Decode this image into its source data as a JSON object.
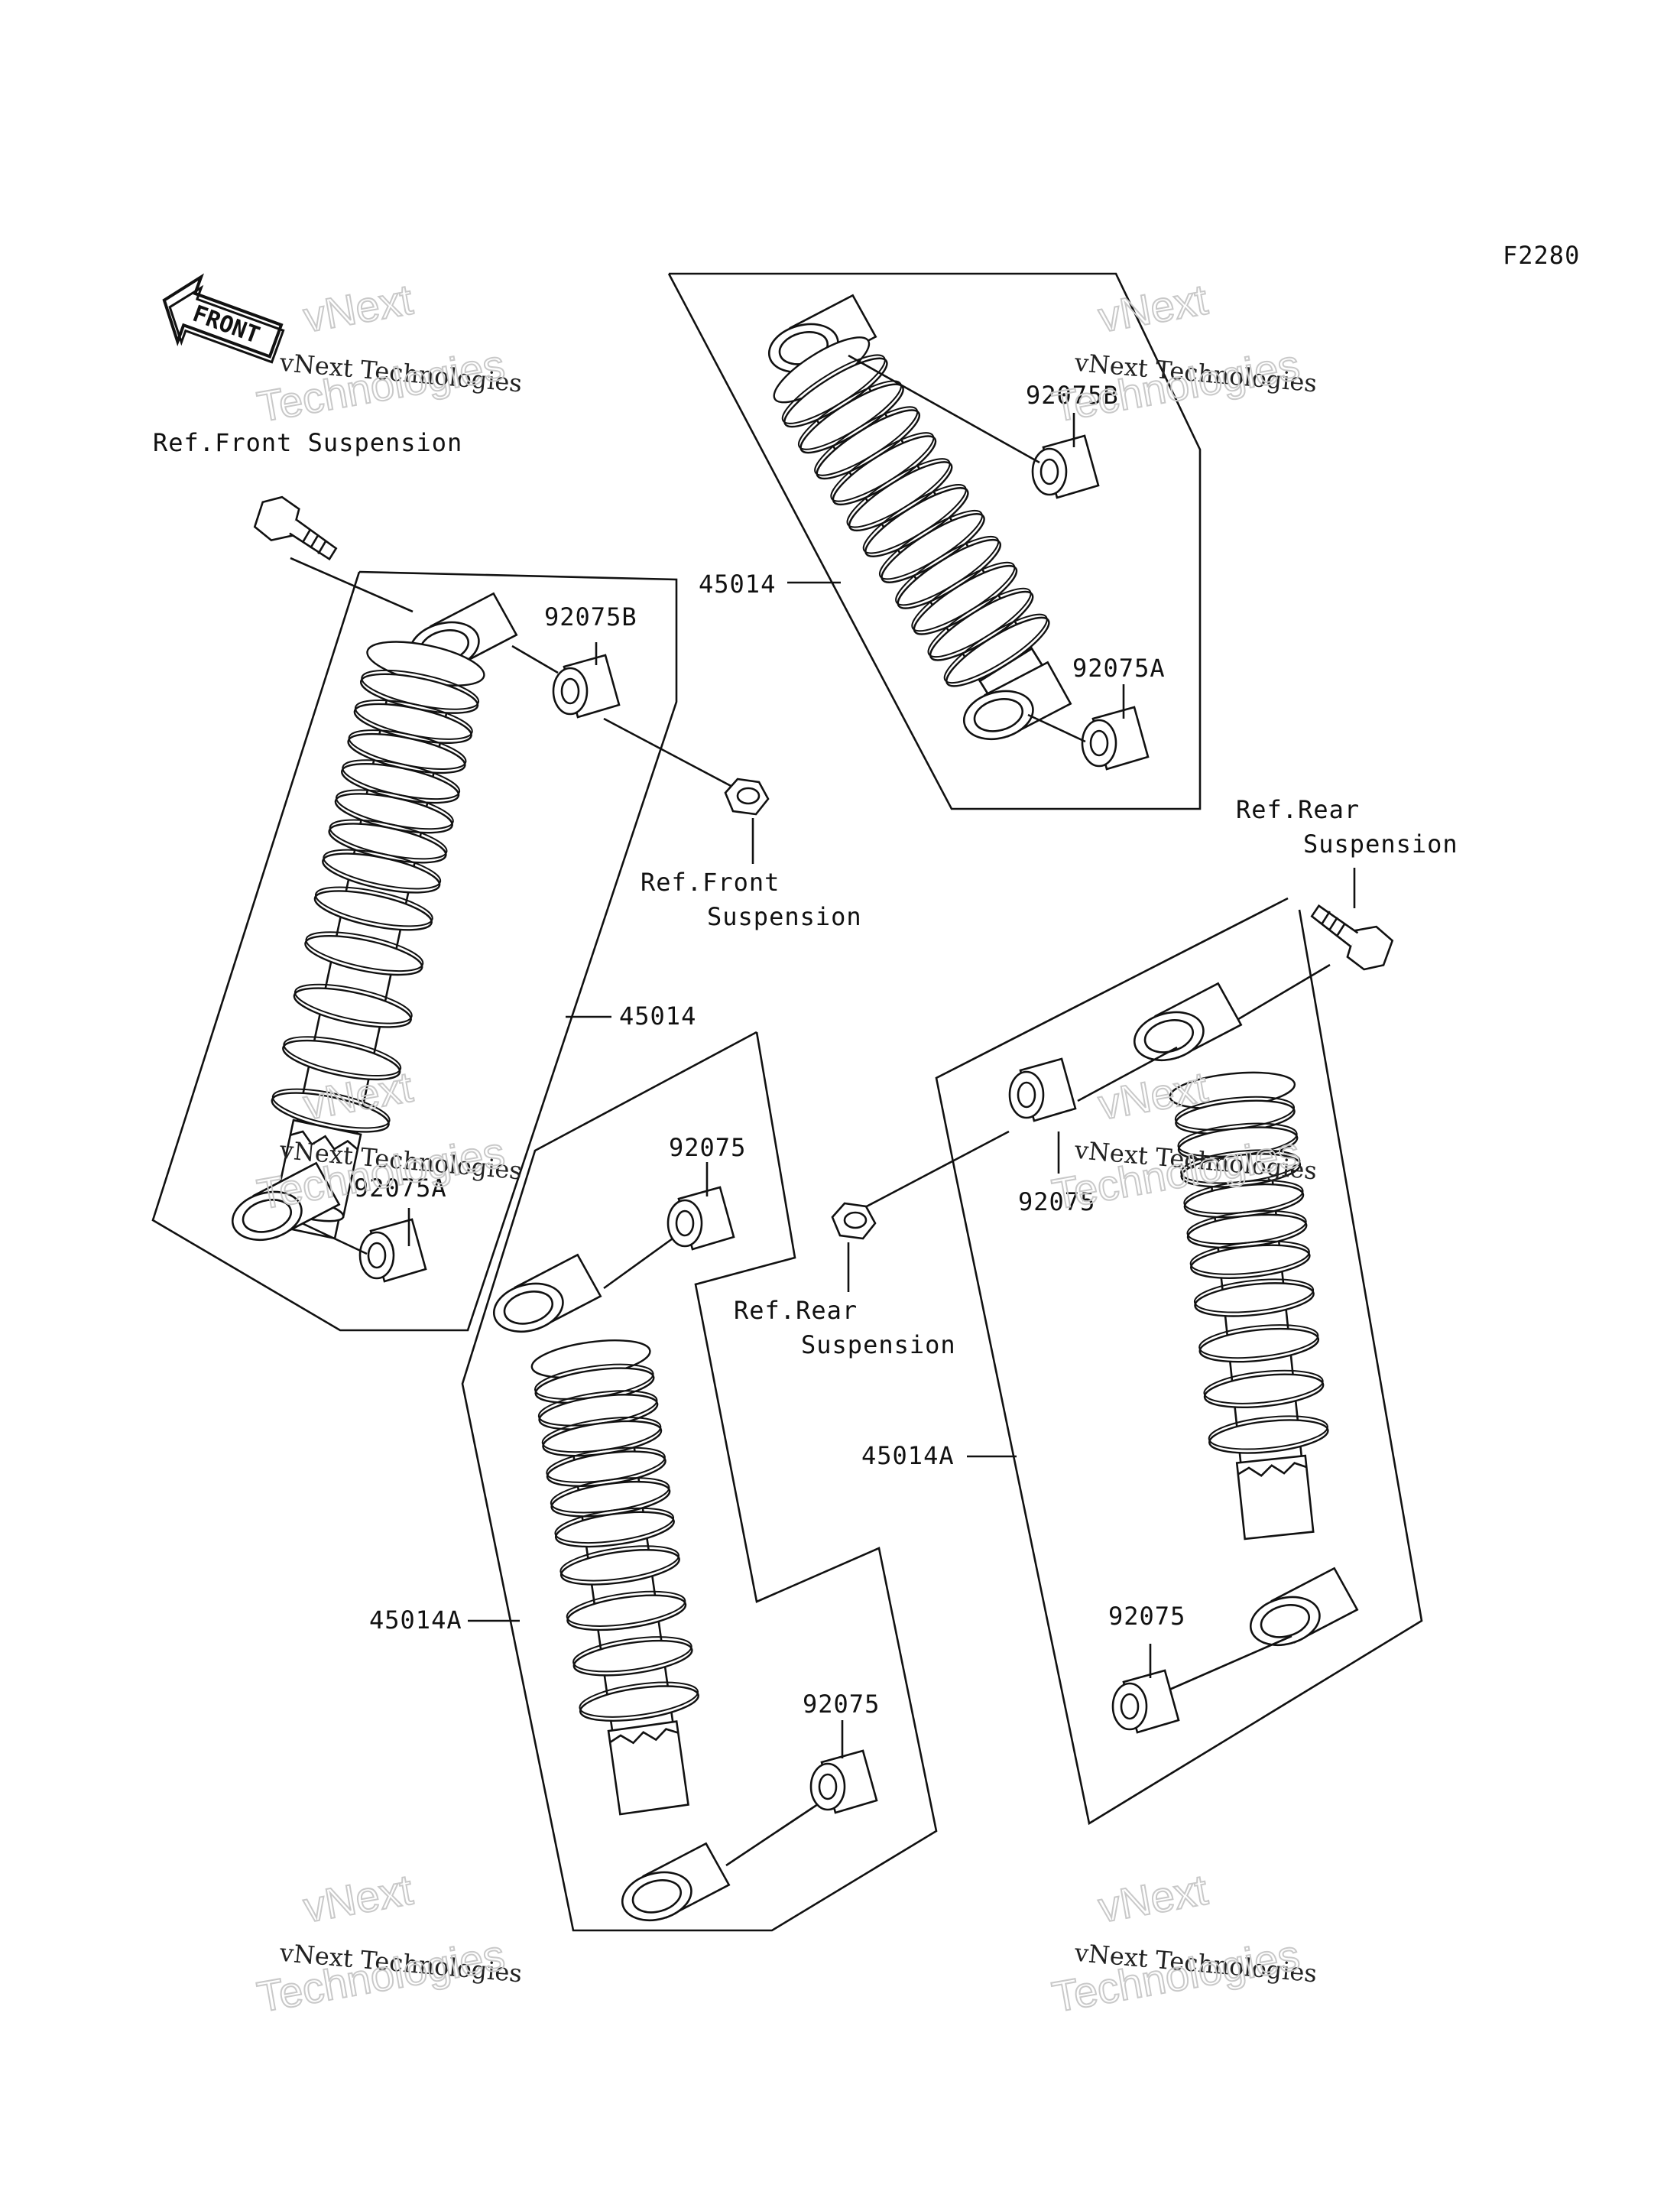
{
  "figure_code": "F2280",
  "front_arrow": {
    "label": "FRONT"
  },
  "labels": {
    "ref_front_top": "Ref.Front Suspension",
    "ref_front_mid_1": "Ref.Front",
    "ref_front_mid_2": "Suspension",
    "ref_rear_top_1": "Ref.Rear",
    "ref_rear_top_2": "Suspension",
    "ref_rear_mid_1": "Ref.Rear",
    "ref_rear_mid_2": "Suspension",
    "p_92075B_left": "92075B",
    "p_92075A_left": "92075A",
    "p_45014_left": "45014",
    "p_45014_top": "45014",
    "p_92075B_top": "92075B",
    "p_92075A_top": "92075A",
    "p_92075_bl_top": "92075",
    "p_92075_bl_bottom": "92075",
    "p_45014A_bl": "45014A",
    "p_92075_br_top": "92075",
    "p_92075_br_bottom": "92075",
    "p_45014A_br": "45014A"
  },
  "watermark": {
    "line1": "vNext",
    "line2": "vNext Technologies",
    "line3": "Technologies"
  }
}
